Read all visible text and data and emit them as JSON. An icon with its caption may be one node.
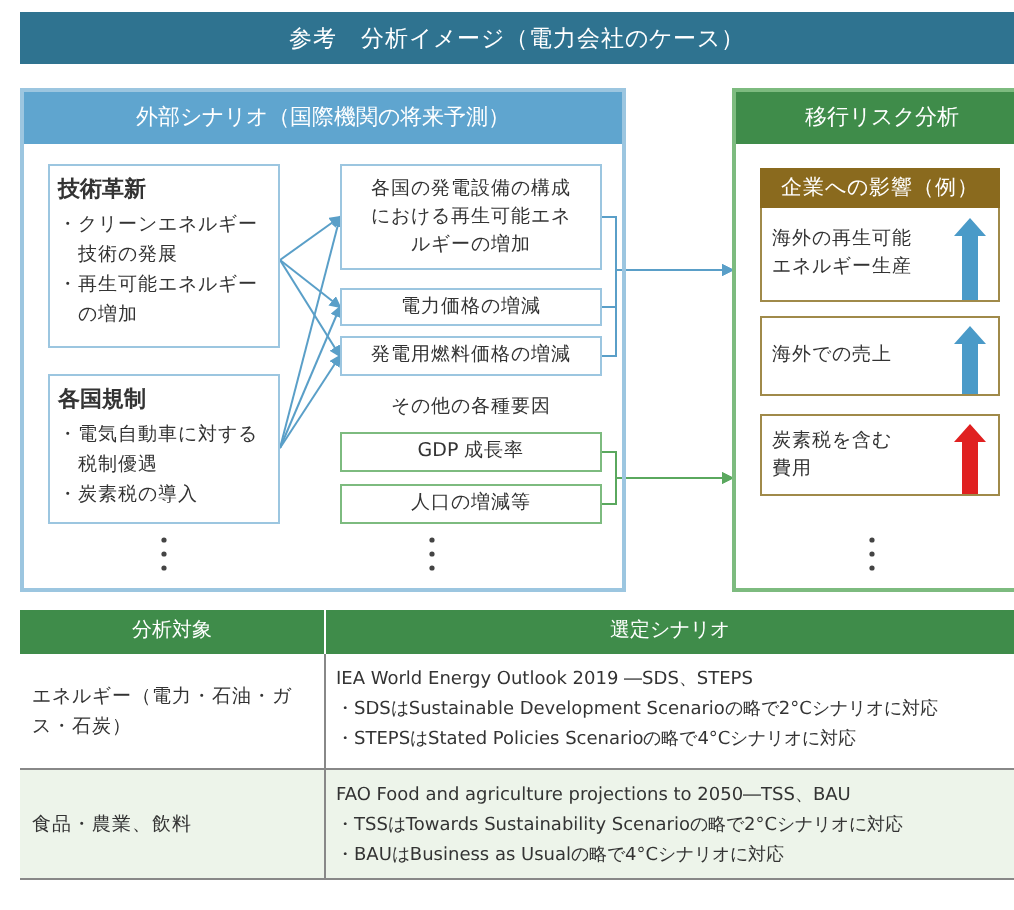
{
  "diagram": {
    "title": "参考　分析イメージ（電力会社のケース）",
    "nodes": [
      {
        "text": [
          "外部シナリオ（国際機関の将来予測）"
        ]
      },
      {
        "text": [
          "技術革新",
          "・クリーンエネルギー技術の発展",
          "・再生可能エネルギーの増加"
        ],
        "in": 0
      },
      {
        "text": [
          "各国規制",
          "・電気自動車に対する税制優遇",
          "・炭素税の導入"
        ],
        "in": 0
      },
      {
        "text": [
          "各国の発電設備の構成における再生可能エネルギーの増加"
        ],
        "in": 0
      },
      {
        "text": [
          "電力価格の増減"
        ],
        "in": 0
      },
      {
        "text": [
          "発電用燃料価格の増減"
        ],
        "in": 0
      },
      {
        "text": [
          "GDP 成長率"
        ],
        "in": 0
      },
      {
        "text": [
          "人口の増減等"
        ],
        "in": 0
      },
      {
        "text": [
          "移行リスク分析"
        ]
      },
      {
        "text": [
          "企業への影響（例）"
        ],
        "in": 8
      },
      {
        "text": [
          "海外の再生可能エネルギー生産"
        ],
        "in": 8
      },
      {
        "text": [
          "海外での売上"
        ],
        "in": 8
      },
      {
        "text": [
          "炭素税を含む費用"
        ],
        "in": 8
      }
    ],
    "edges": [
      {
        "from": 1,
        "to": 3,
        "arrow": "to"
      },
      {
        "from": 1,
        "to": 4,
        "arrow": "to"
      },
      {
        "from": 1,
        "to": 5,
        "arrow": "to"
      },
      {
        "from": 2,
        "to": 3,
        "arrow": "to"
      },
      {
        "from": 2,
        "to": 4,
        "arrow": "to"
      },
      {
        "from": 2,
        "to": 5,
        "arrow": "to"
      },
      {
        "from": 3,
        "to": 8,
        "arrow": "to"
      },
      {
        "from": 4,
        "to": 8,
        "arrow": "to"
      },
      {
        "from": 5,
        "to": 8,
        "arrow": "to"
      },
      {
        "from": 6,
        "to": 8,
        "arrow": "to",
        "color": "#5aa85e"
      },
      {
        "from": 7,
        "to": 8,
        "arrow": "to",
        "color": "#5aa85e"
      }
    ],
    "labels": [
      "その他の各種要因",
      "分析対象",
      "選定シナリオ",
      "エネルギー（電力・石油・ガス・石炭）",
      "IEA World Energy Outlook 2019 ―SDS、STEPS",
      "・SDSはSustainable Development Scenarioの略で2°Cシナリオに対応",
      "・STEPSはStated Policies Scenarioの略で4°Cシナリオに対応",
      "食品・農業、飲料",
      "FAO Food and agriculture projections to 2050―TSS、BAU",
      "・TSSはTowards Sustainability Scenarioの略で2°Cシナリオに対応",
      "・BAUはBusiness as Usualの略で4°Cシナリオに対応"
    ]
  }
}
